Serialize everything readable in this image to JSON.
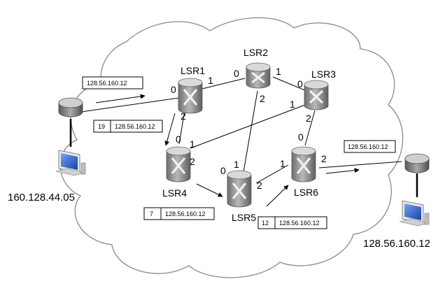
{
  "colors": {
    "cloud_fill": "#ffffff",
    "cloud_stroke": "#8a8a8a",
    "link": "#000000",
    "router_body": "#8c8c8c",
    "router_top": "#d9d9d9",
    "monitor": "#2a5fc2"
  },
  "routers": {
    "lsr1": {
      "name": "LSR1"
    },
    "lsr2": {
      "name": "LSR2"
    },
    "lsr3": {
      "name": "LSR3"
    },
    "lsr4": {
      "name": "LSR4"
    },
    "lsr5": {
      "name": "LSR5"
    },
    "lsr6": {
      "name": "LSR6"
    }
  },
  "hosts": {
    "left": {
      "address": "160.128.44.05"
    },
    "right": {
      "address": "128.56.160.12"
    }
  },
  "ports": {
    "lsr1_0": "0",
    "lsr1_1": "1",
    "lsr1_2": "2",
    "lsr2_0": "0",
    "lsr2_1": "1",
    "lsr2_2": "2",
    "lsr3_0": "0",
    "lsr3_1": "1",
    "lsr3_2": "2",
    "lsr4_0": "0",
    "lsr4_1": "1",
    "lsr4_2": "2",
    "lsr5_0": "0",
    "lsr5_1": "1",
    "lsr5_2": "2",
    "lsr6_0": "0",
    "lsr6_1": "1",
    "lsr6_2": "2"
  },
  "packets": {
    "p_in": {
      "address": "128.56.160.12"
    },
    "p_lsr1_lsr4": {
      "label": "19",
      "address": "128.56.160.12"
    },
    "p_lsr4_lsr5": {
      "label": "7",
      "address": "128.56.160.12"
    },
    "p_lsr5_lsr6": {
      "label": "12",
      "address": "128.56.160.12"
    },
    "p_out": {
      "address": "128.56.160.12"
    }
  }
}
